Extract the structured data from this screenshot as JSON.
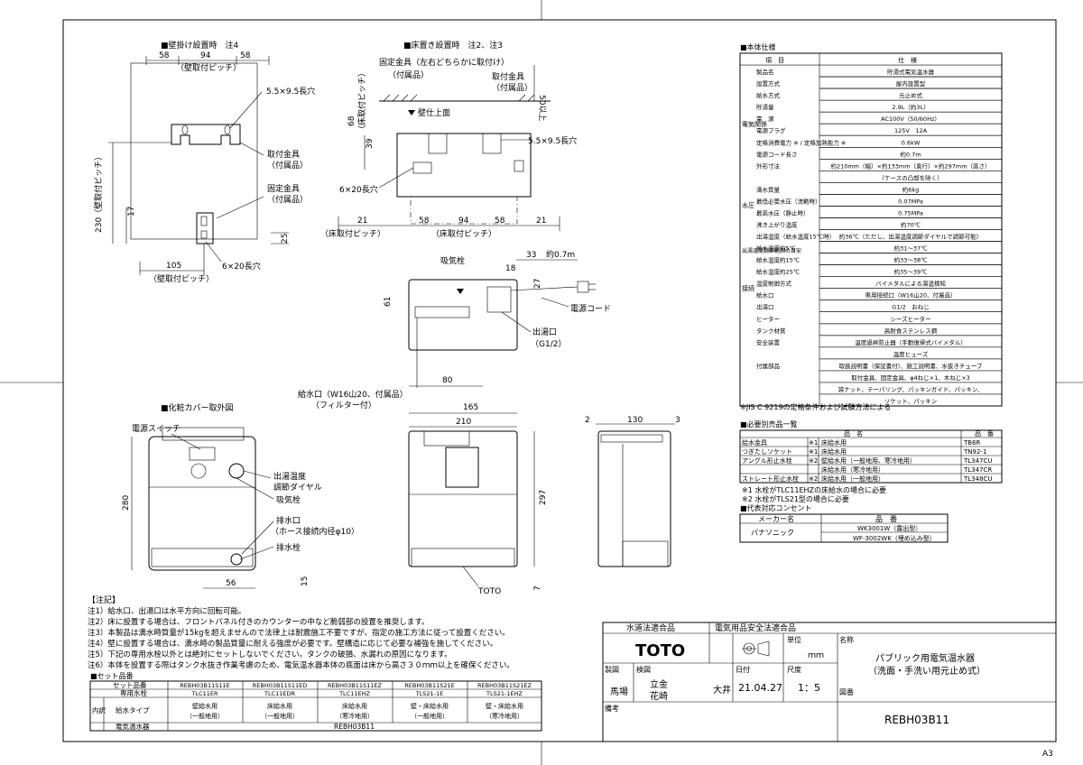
{
  "sheet_label": "A3",
  "view_wall": {
    "title": "■壁掛け設置時　注4",
    "dim_58a": "58",
    "dim_94": "94",
    "dim_58b": "58",
    "pitch": "（壁取付ピッチ）",
    "slot": "5.5×9.5長穴",
    "bracket": "取付金具",
    "bracket_sub": "（付属品）",
    "fixing": "固定金具",
    "fixing_sub": "（付属品）",
    "vertical_pitch": "230（壁取付ピッチ）",
    "dim_17": "17",
    "dim_25": "25",
    "dim_105": "105",
    "hole": "6×20長穴",
    "pitch2": "（壁取付ピッチ）"
  },
  "view_floor": {
    "title": "■床置き設置時　注2、注3",
    "fixing": "固定金具（左右どちらかに取付け）",
    "fixing_sub": "（付属品）",
    "bracket": "取付金具",
    "bracket_sub": "（付属品）",
    "dim_68": "68",
    "pitch_v": "（床取付ピッチ）",
    "dim_50": "50以上",
    "wall": "壁仕上面",
    "dim_39": "39",
    "slot": "5.5×9.5長穴",
    "hole": "6×20長穴",
    "dim_21a": "21",
    "dim_58a": "58",
    "dim_94": "94",
    "dim_58b": "58",
    "dim_21b": "21",
    "pitch_a": "（床取付ピッチ）",
    "pitch_b": "（床取付ピッチ）"
  },
  "view_side": {
    "vent": "吸気栓",
    "dim_33": "33",
    "dim_07": "約0.7m",
    "dim_18": "18",
    "dim_27": "27",
    "dim_61": "61",
    "cord": "電源コード",
    "outlet": "出湯口",
    "outlet_sub": "（G1/2）",
    "inlet": "給水口（W16山20、付属品）",
    "inlet_sub": "（フィルター付）",
    "dim_80": "80",
    "dim_165": "165"
  },
  "view_cover": {
    "title": "■化粧カバー取外図",
    "switch": "電源スイッチ",
    "dial": "出湯温度",
    "dial2": "調節ダイヤル",
    "vent": "吸気栓",
    "drain": "排水口",
    "drain_sub": "（ホース接続内径φ10）",
    "drain_plug": "排水栓",
    "dim_280": "280",
    "dim_56": "56",
    "dim_15": "15"
  },
  "view_front": {
    "dim_210": "210",
    "dim_297": "297",
    "dim_7": "7",
    "maker": "TOTO"
  },
  "view_right": {
    "dim_2": "2",
    "dim_130": "130",
    "dim_3": "3"
  },
  "spec": {
    "title": "■本体仕様",
    "head": [
      "項　目",
      "仕　様"
    ],
    "rows": [
      [
        "製品名",
        "貯湯式電気温水器"
      ],
      [
        "設置方式",
        "屋内設置型"
      ],
      [
        "給水方式",
        "元止め式"
      ],
      [
        "貯湯量",
        "2.9L（約3L）"
      ],
      [
        "電　源",
        "AC100V（50/60Hz）"
      ],
      [
        "電源プラグ",
        "125V　12A"
      ],
      [
        "定格消費電力 ※ / 定格加熱能力 ※",
        "0.6kW"
      ],
      [
        "電源コード長さ",
        "約0.7m"
      ],
      [
        "外形寸法",
        "約210mm（幅）×約133mm（奥行）×約297mm（高さ）"
      ],
      [
        "",
        "（ケースの凸部を除く）"
      ],
      [
        "満水質量",
        "約6kg"
      ],
      [
        "最低必要水圧（流動時）",
        "0.07MPa"
      ],
      [
        "最高水圧（静止時）",
        "0.75MPa"
      ],
      [
        "沸き上がり温度",
        "約70℃"
      ],
      [
        "出湯温度（給水温度15℃時）",
        "約36℃（ただし、出湯温度調節ダイヤルで調節可能）"
      ],
      [
        "給水温度約5℃",
        "約31～37℃"
      ],
      [
        "給水温度約15℃",
        "約33～38℃"
      ],
      [
        "給水温度約25℃",
        "約35～39℃"
      ],
      [
        "温度制御方式",
        "バイメタルによる湯温検知"
      ],
      [
        "給水口",
        "専用接続口（W16山20、付属品）"
      ],
      [
        "出湯口",
        "G1/2　おねじ"
      ],
      [
        "ヒーター",
        "シーズヒーター"
      ],
      [
        "タンク材質",
        "高耐食ステンレス鋼"
      ],
      [
        "安全装置",
        "温度過昇防止器（手動復帰式バイメタル）"
      ],
      [
        "",
        "温度ヒューズ"
      ],
      [
        "付属部品",
        "取扱説明書（保証書付）、施工説明書、水抜きチューブ"
      ],
      [
        "",
        "取付金具、固定金具、φ4ねじ×1、木ねじ×3"
      ],
      [
        "",
        "袋ナット、テーパリング、パッキンガイド、パッキン、"
      ],
      [
        "",
        "ソケット、パッキン"
      ]
    ],
    "side_elec": "電気関係",
    "side_water": "水圧",
    "side_mix": "出湯温度調節範囲の目安",
    "side_pipe": "接続",
    "note": "※JIS C 9219の定格条件および試験方法による"
  },
  "parts": {
    "title": "■必要別売品一覧",
    "head": [
      "品　名",
      "品　番"
    ],
    "rows": [
      [
        "給水金具",
        "※1",
        "床給水用",
        "TB6R"
      ],
      [
        "つぎたしソケット",
        "※1",
        "床給水用",
        "TN92-1"
      ],
      [
        "アングル形止水栓",
        "※2",
        "壁給水用（一般地用、寒冷地用）",
        "TL347CU"
      ],
      [
        "",
        "",
        "床給水用（寒冷地用）",
        "TL347CR"
      ],
      [
        "ストレート形止水栓",
        "※2",
        "床給水用（一般地用）",
        "TL348CU"
      ]
    ],
    "notes": [
      "※1 水栓がTLC11EHZの床給水の場合に必要",
      "※2 水栓がTLS21型の場合に必要"
    ]
  },
  "outlet": {
    "title": "■代表対応コンセント",
    "head": [
      "メーカー名",
      "品　番"
    ],
    "maker": "パナソニック",
    "items": [
      "WK3001W（露出型）",
      "WF-3002WK（埋め込み型）"
    ]
  },
  "notes": {
    "title": "【注記】",
    "items": [
      "注1）給水口、出湯口は水平方向に回転可能。",
      "注2）床に設置する場合は、フロントパネル付きのカウンターの中など脆弱部の設置を推奨します。",
      "注3）本製品は満水時質量が15kgを超えませんので法律上は耐震施工不要ですが、指定の施工方法に従って設置ください。",
      "注4）壁に設置する場合は、満水時の製品質量に耐える強度が必要です。壁構造に応じて必要な補強を施してください。",
      "注5）下記の専用水栓以外とは絶対にセットしないでください。タンクの破損、水漏れの原因になります。",
      "注6）本体を設置する際はタンク水抜き作業考慮のため、電気温水器本体の底面は床から高さ３０ｍｍ以上を確保ください。"
    ]
  },
  "set": {
    "title": "■セット品番",
    "label_set": "セット品番",
    "label_faucet": "専用水栓",
    "label_inner": "内訳",
    "label_type": "給水タイプ",
    "label_heater": "電気温水器",
    "cols": [
      {
        "set": "REBH03B11S11E",
        "faucet": "TLC11ER",
        "type1": "壁給水用",
        "type2": "（一般地用）"
      },
      {
        "set": "REBH03B11S11ED",
        "faucet": "TLC11EDR",
        "type1": "床給水用",
        "type2": "（一般地用）"
      },
      {
        "set": "REBH03B11S11EZ",
        "faucet": "TLC11EHZ",
        "type1": "床給水用",
        "type2": "（寒冷地用）"
      },
      {
        "set": "REBH03B11S21E",
        "faucet": "TLS21-1E",
        "type1": "壁・床給水用",
        "type2": "（一般地用）"
      },
      {
        "set": "REBH03B11S21EZ",
        "faucet": "TLS21-1EHZ",
        "type1": "壁・床給水用",
        "type2": "（寒冷地用）"
      }
    ],
    "heater": "REBH03B11"
  },
  "title_block": {
    "law1": "水道法適合品",
    "law2": "電気用品安全法適合品",
    "logo": "TOTO",
    "unit_label": "単位",
    "unit": "ｍｍ",
    "name_label": "名称",
    "name1": "パブリック用電気温水器",
    "name2": "（洗面・手洗い用元止め式）",
    "made_label": "製図",
    "check_label": "検図",
    "made": "馬場",
    "check1": "立金",
    "check2": "花崎",
    "check3": "大井",
    "date_label": "日付",
    "date": "21.04.27",
    "scale_label": "尺度",
    "scale": "1：5",
    "remarks_label": "備考",
    "drawing_label": "図番",
    "drawing_no": "REBH03B11"
  },
  "colors": {
    "line": "#000000",
    "fill": "#d8d8d8"
  }
}
